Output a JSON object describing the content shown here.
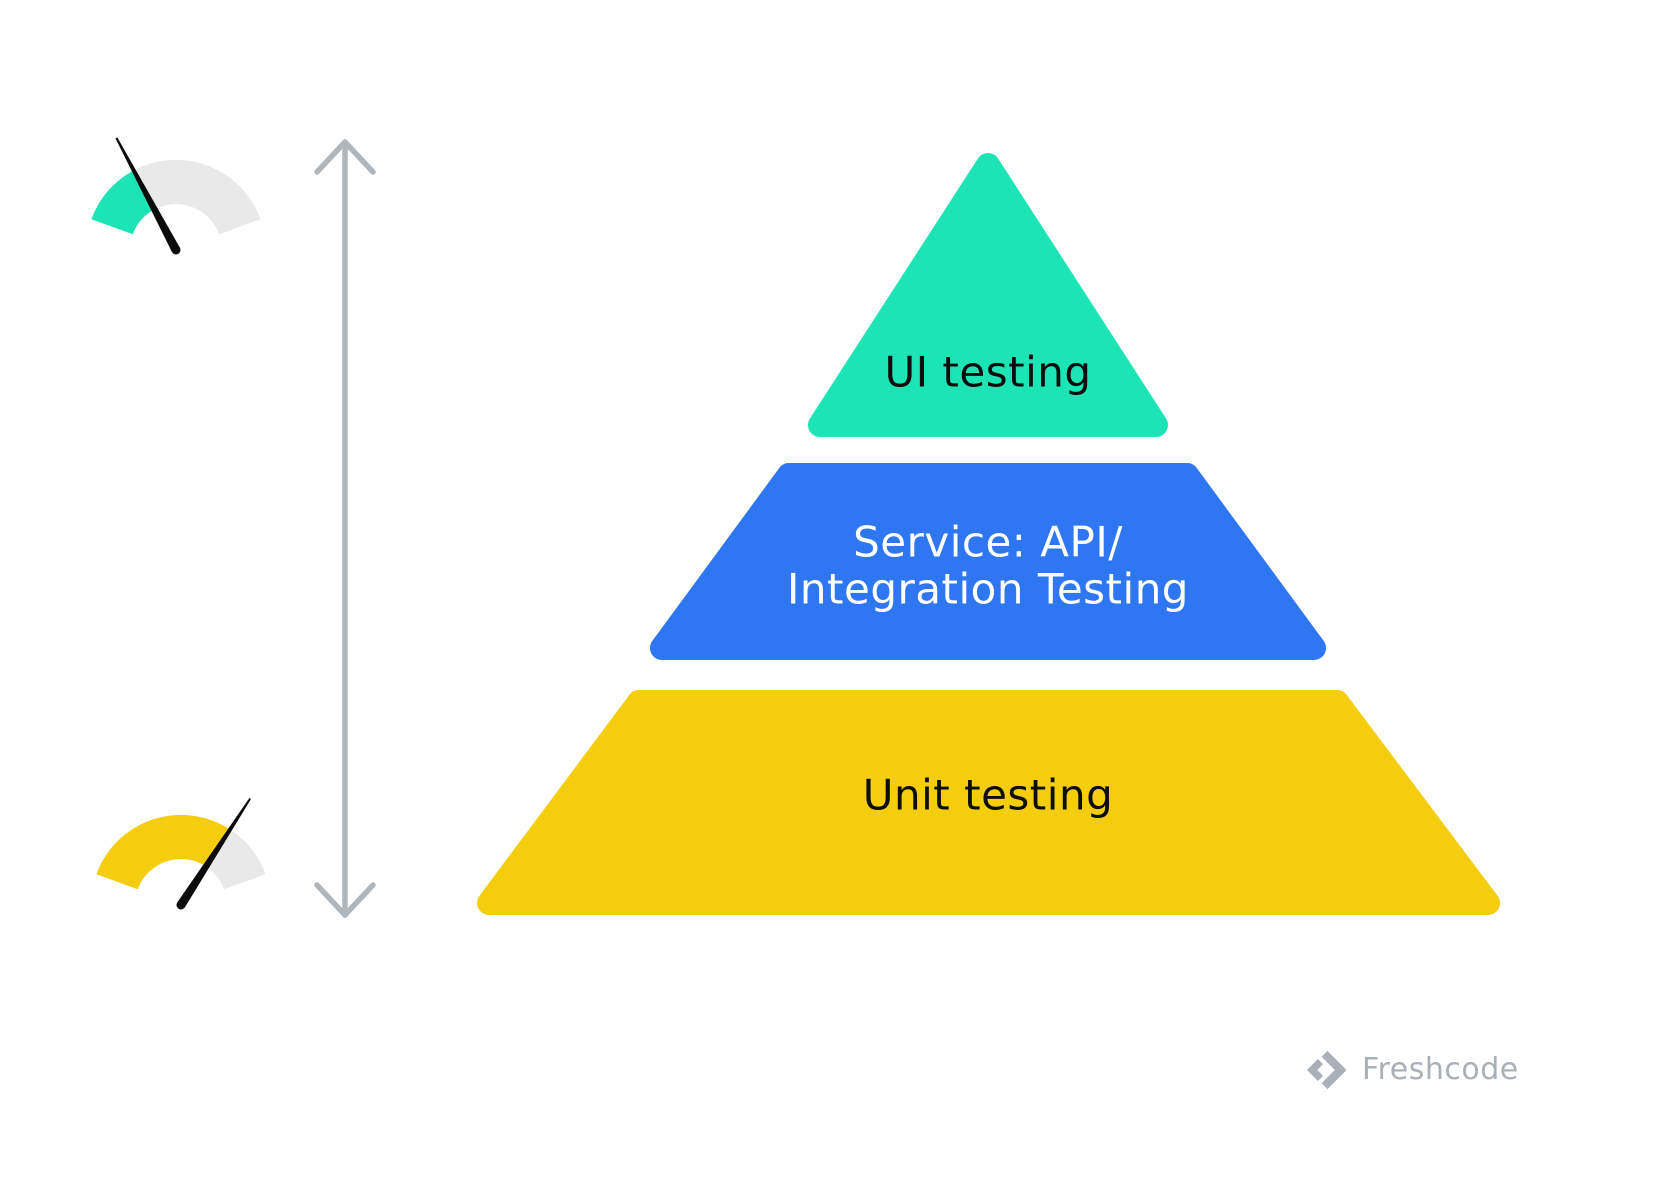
{
  "diagram": {
    "pyramid": {
      "levels": [
        {
          "name": "ui-testing",
          "label": "UI testing",
          "color": "#1DE4B5",
          "text_color": "#0D0D0D"
        },
        {
          "name": "service-testing",
          "label_line1": "Service: API/",
          "label_line2": "Integration Testing",
          "color": "#2E76F2",
          "text_color": "#FFFFFF"
        },
        {
          "name": "unit-testing",
          "label": "Unit testing",
          "color": "#F5CD0F",
          "text_color": "#0D0D0D"
        }
      ]
    },
    "gauges": {
      "track_color": "#E9E9E9",
      "needle_color": "#0B0B0B",
      "top": {
        "fill_color": "#1DE4B5",
        "fill_fraction": 0.3
      },
      "bottom": {
        "fill_color": "#F5CD0F",
        "fill_fraction": 0.73
      }
    },
    "arrow": {
      "direction": "vertical-double",
      "color": "#AFB6BC"
    }
  },
  "footer": {
    "logo_text": "Freshcode",
    "logo_color": "#A9B0B8"
  }
}
